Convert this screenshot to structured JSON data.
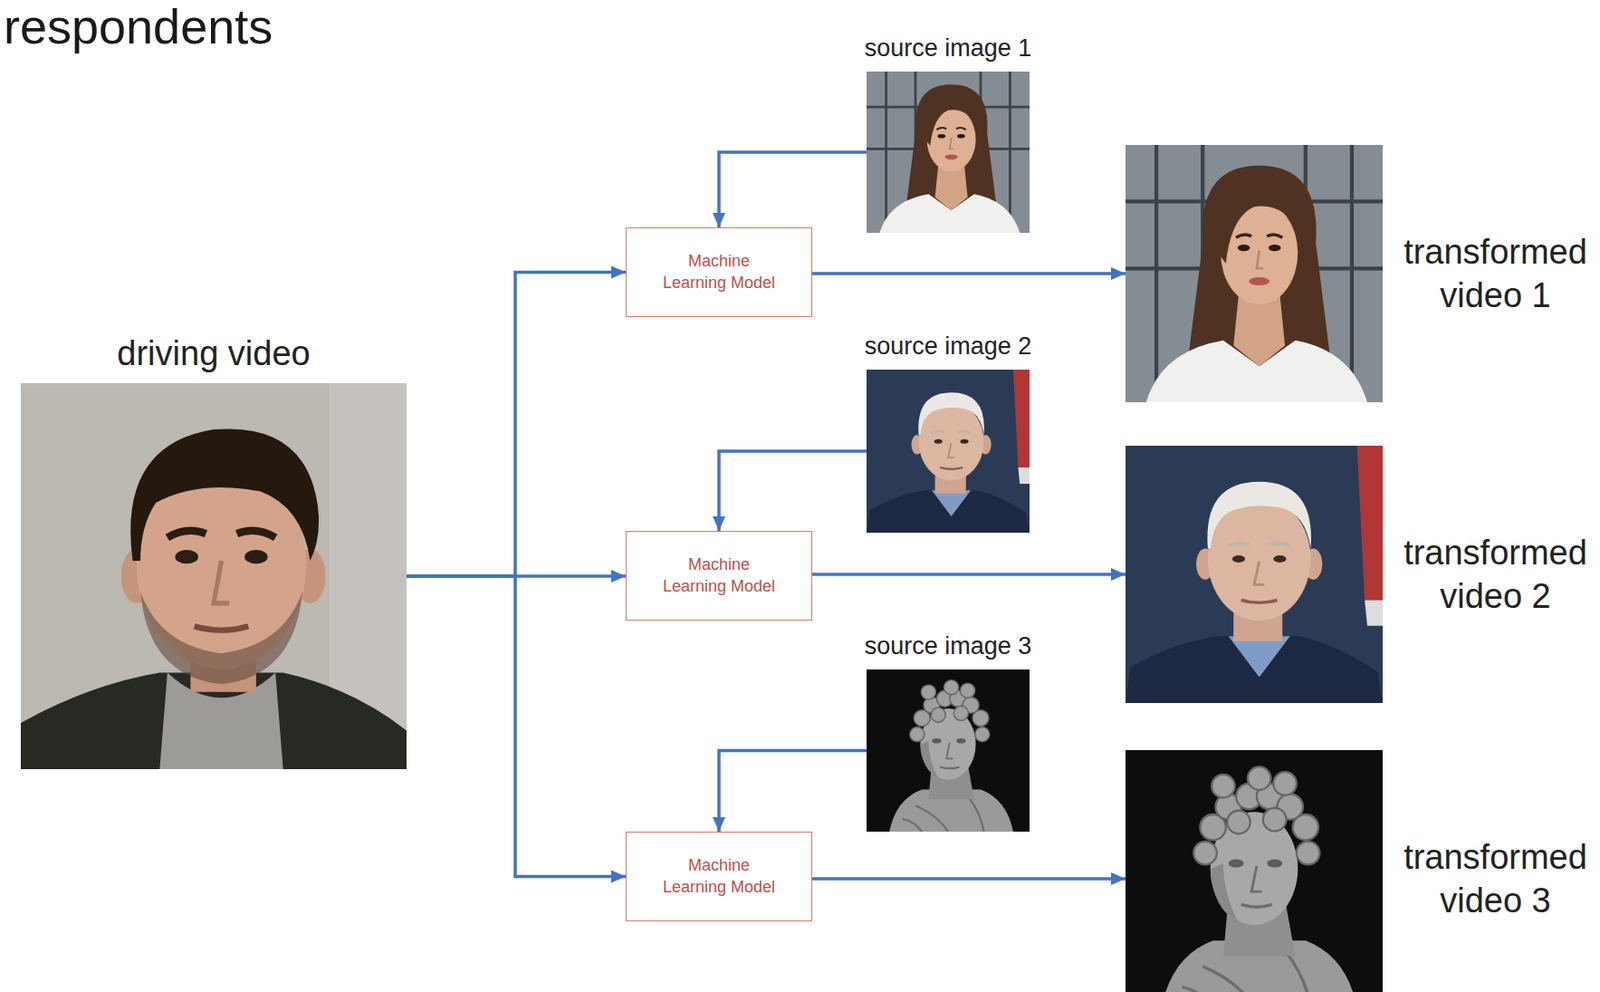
{
  "diagram": {
    "title": "respondents",
    "nodes": [
      {
        "text": [
          "driving video"
        ]
      },
      {
        "text": [
          "source image 1"
        ]
      },
      {
        "text": [
          "Machine Learning Model"
        ]
      },
      {
        "text": [
          "transformed video 1"
        ]
      },
      {
        "text": [
          "source image 2"
        ]
      },
      {
        "text": [
          "Machine Learning Model"
        ]
      },
      {
        "text": [
          "transformed video 2"
        ]
      },
      {
        "text": [
          "source image 3"
        ]
      },
      {
        "text": [
          "Machine Learning Model"
        ]
      },
      {
        "text": [
          "transformed video 3"
        ]
      }
    ],
    "edges": [
      {
        "from": 0,
        "to": 2,
        "arrow": "to"
      },
      {
        "from": 0,
        "to": 5,
        "arrow": "to"
      },
      {
        "from": 0,
        "to": 8,
        "arrow": "to"
      },
      {
        "from": 1,
        "to": 2,
        "arrow": "to"
      },
      {
        "from": 2,
        "to": 3,
        "arrow": "to"
      },
      {
        "from": 4,
        "to": 5,
        "arrow": "to"
      },
      {
        "from": 5,
        "to": 6,
        "arrow": "to"
      },
      {
        "from": 7,
        "to": 8,
        "arrow": "to"
      },
      {
        "from": 8,
        "to": 9,
        "arrow": "to"
      }
    ]
  }
}
